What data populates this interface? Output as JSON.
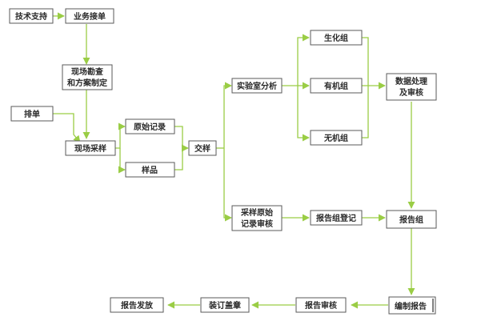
{
  "nodes": {
    "tech_support": "技术支持",
    "business_order": "业务接单",
    "site_survey": [
      "现场勘查",
      "和方案制定"
    ],
    "schedule": "排单",
    "field_sampling": "现场采样",
    "raw_records": "原始记录",
    "samples": "样品",
    "hand_over": "交样",
    "lab_analysis": "实验室分析",
    "sampling_records_review": [
      "采样原始",
      "记录审核"
    ],
    "biochem_group": "生化组",
    "organic_group": "有机组",
    "inorganic_group": "无机组",
    "report_group_register": "报告组登记",
    "data_processing_review": [
      "数据处理",
      "及审核"
    ],
    "report_group": "报告组",
    "compile_report": "编制报告",
    "report_review": "报告审核",
    "binding_seal": "装订盖章",
    "report_issue": "报告发放"
  },
  "colors": {
    "edge": "#9acd45",
    "box_border": "#5a5a5a",
    "text": "#2a2a2a"
  }
}
